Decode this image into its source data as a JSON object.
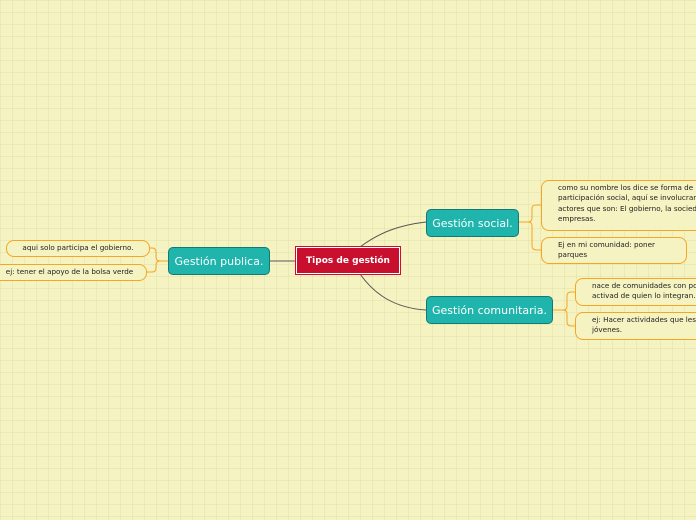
{
  "central": {
    "label": "Tipos de gestión"
  },
  "branches": {
    "social": {
      "label": "Gestión social.",
      "children": [
        "como su nombre los dice se forma de participación social, aquí se involucran actores que son: El gobierno, la sociedad y empresas.",
        "Ej en mi comunidad: poner parques"
      ],
      "children_lines": [
        [
          "como su nombre los dice se forma de",
          "participación social, aquí se involucran",
          "actores que son: El gobierno, la sociedad y",
          "empresas."
        ],
        [
          "Ej en mi comunidad: poner",
          "parques"
        ]
      ]
    },
    "comunitaria": {
      "label": "Gestión comunitaria.",
      "children_lines": [
        [
          "nace de comunidades con poca",
          "activad de quien lo integran."
        ],
        [
          "ej: Hacer actividades que les gusten a los",
          "jóvenes."
        ]
      ]
    },
    "publica": {
      "label": "Gestión publica.",
      "children": [
        "aqui solo participa el gobierno.",
        "ej: tener el apoyo de la bolsa verde"
      ]
    }
  },
  "colors": {
    "background": "#f5f3c2",
    "central": "#c8102e",
    "main_topic": "#1fb5ad",
    "subtopic_border": "#f5a623",
    "connector": "#555555"
  }
}
